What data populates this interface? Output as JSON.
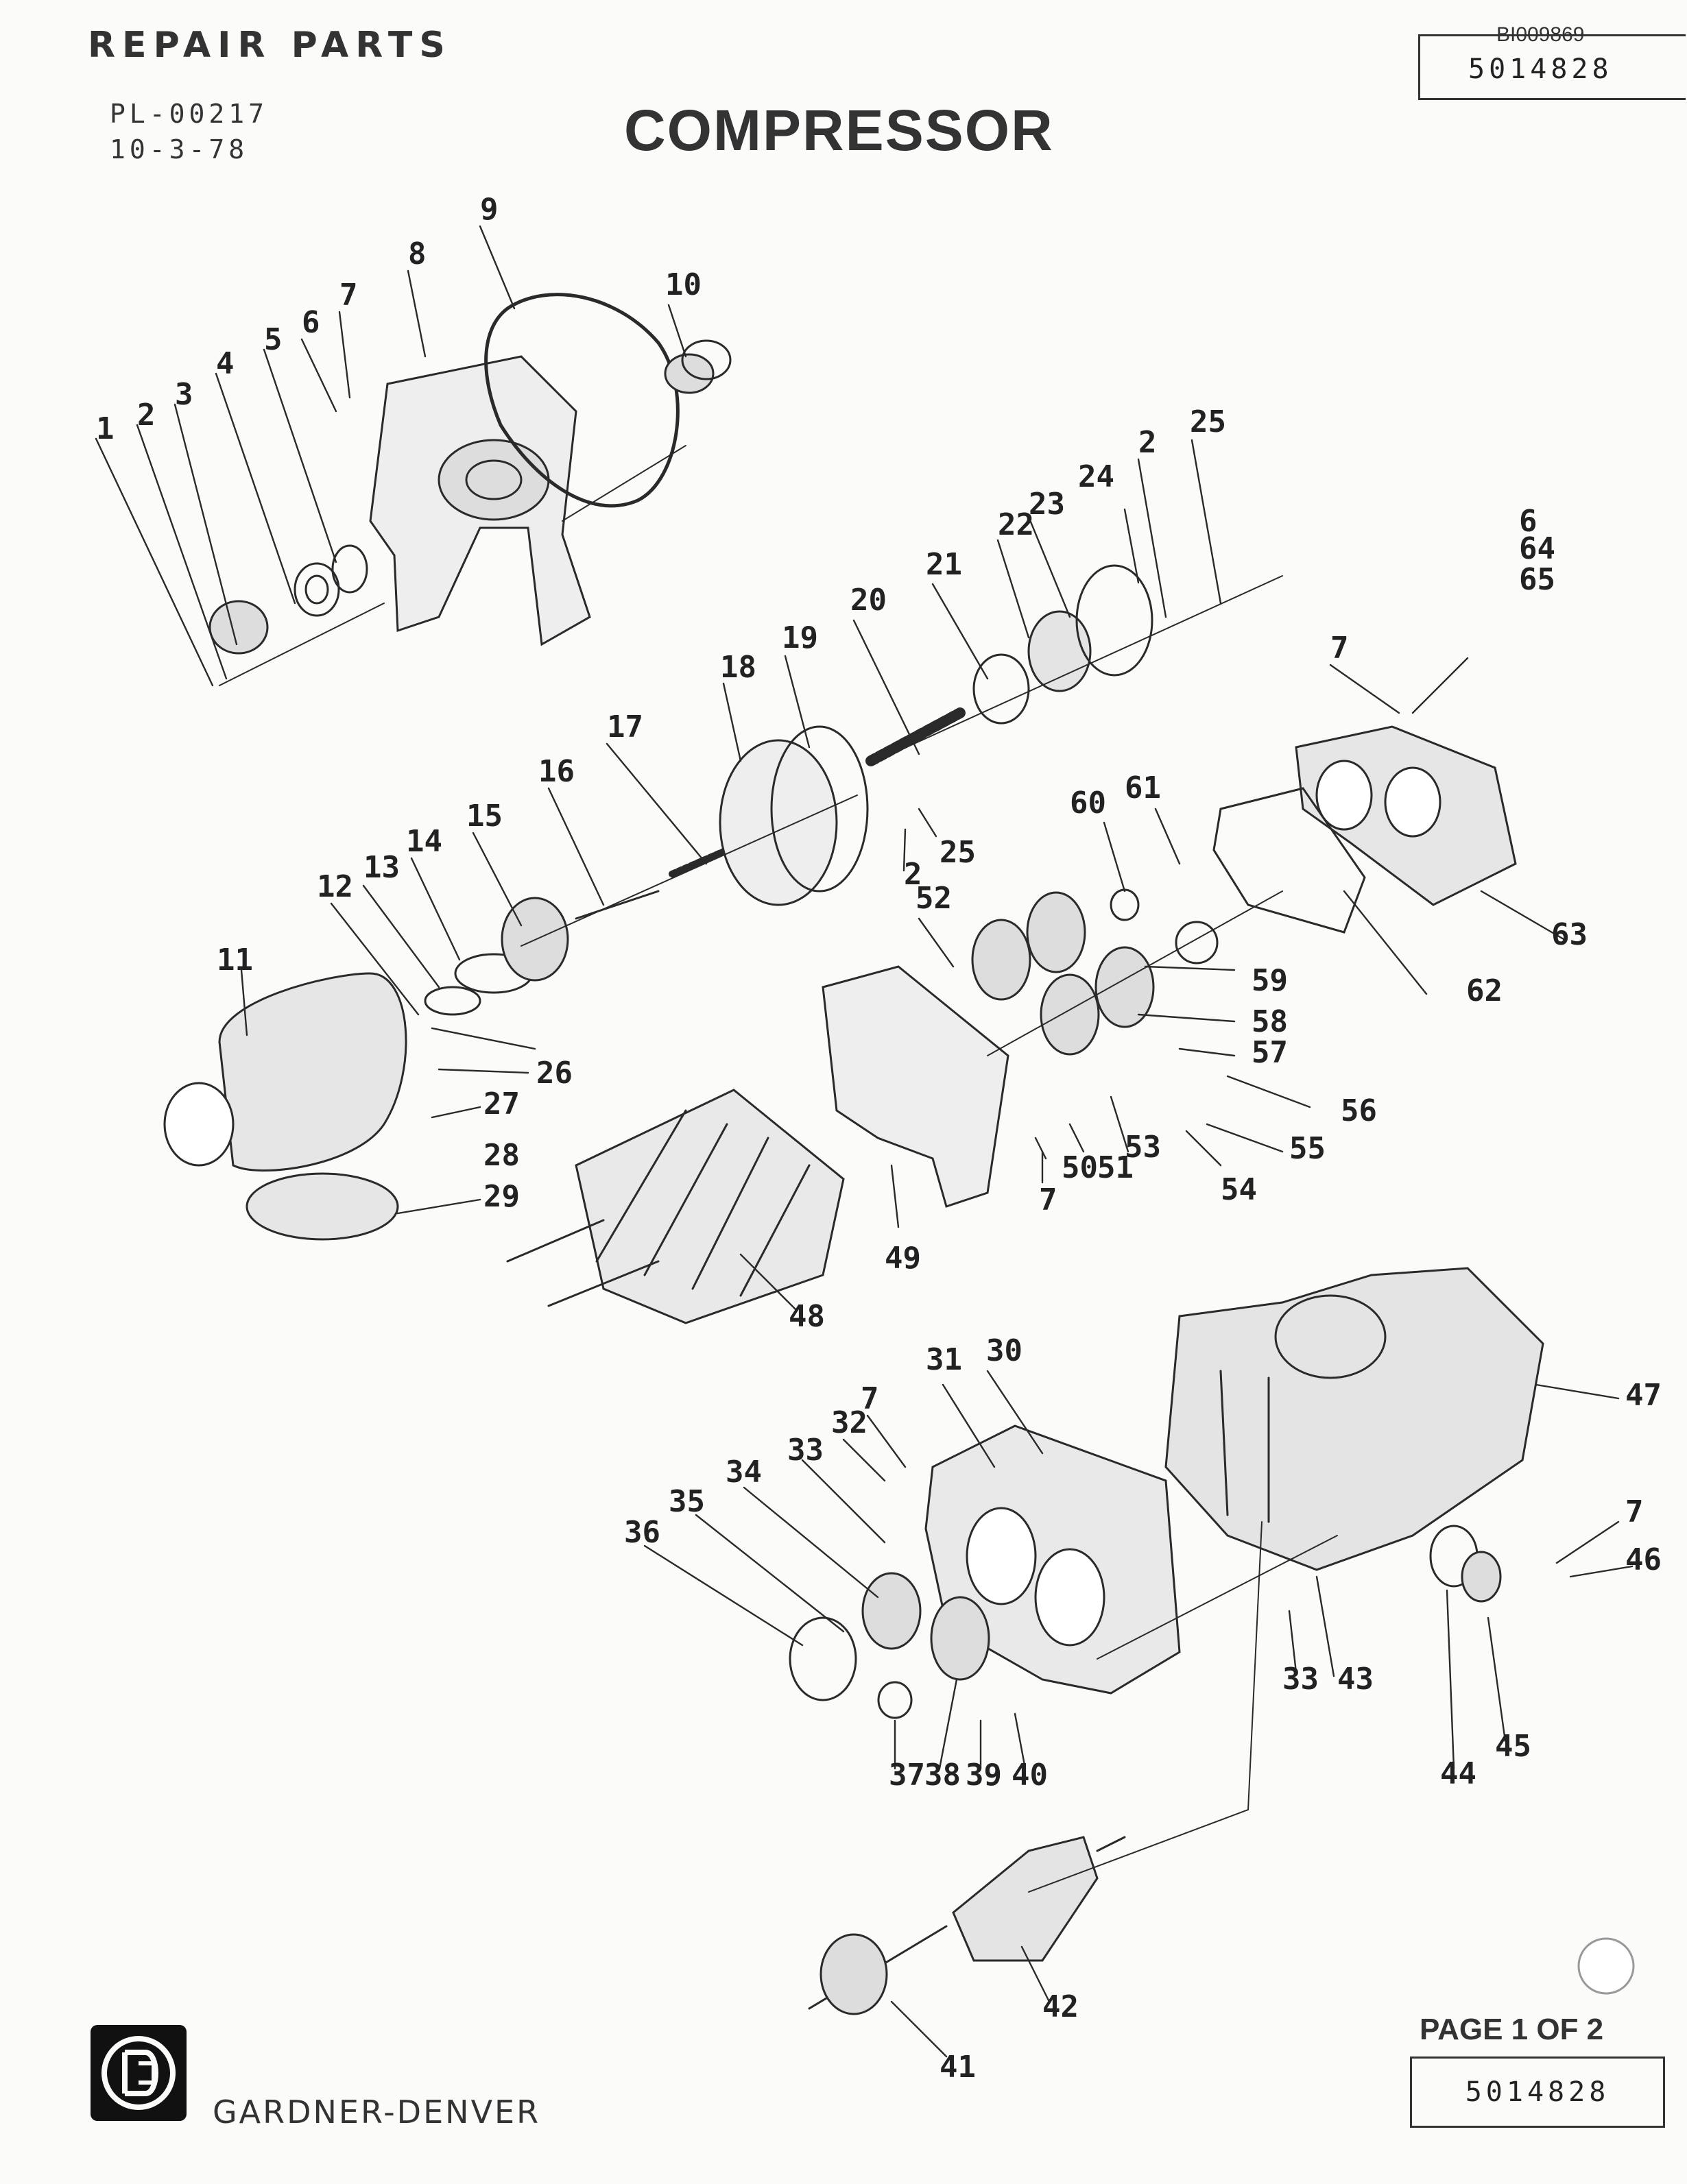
{
  "header": {
    "section_title": "REPAIR PARTS",
    "pl_number": "PL-00217",
    "date": "10-3-78",
    "title": "COMPRESSOR",
    "doc_id_small": "BI009869",
    "part_number_top": "5014828"
  },
  "footer": {
    "page_label": "PAGE 1 OF 2",
    "part_number_bottom": "5014828",
    "company": "GARDNER-DENVER"
  },
  "callouts": [
    "1",
    "2",
    "3",
    "4",
    "5",
    "6",
    "7",
    "8",
    "9",
    "10",
    "2",
    "25",
    "24",
    "23",
    "22",
    "21",
    "20",
    "19",
    "18",
    "17",
    "16",
    "15",
    "14",
    "13",
    "12",
    "11",
    "6",
    "64",
    "65",
    "7",
    "63",
    "62",
    "61",
    "60",
    "59",
    "58",
    "57",
    "56",
    "55",
    "54",
    "53",
    "51",
    "50",
    "7",
    "52",
    "2",
    "25",
    "26",
    "27",
    "28",
    "29",
    "49",
    "48",
    "30",
    "31",
    "32",
    "7",
    "33",
    "34",
    "35",
    "36",
    "47",
    "7",
    "46",
    "45",
    "44",
    "43",
    "33",
    "37",
    "38",
    "39",
    "40",
    "42",
    "41"
  ]
}
